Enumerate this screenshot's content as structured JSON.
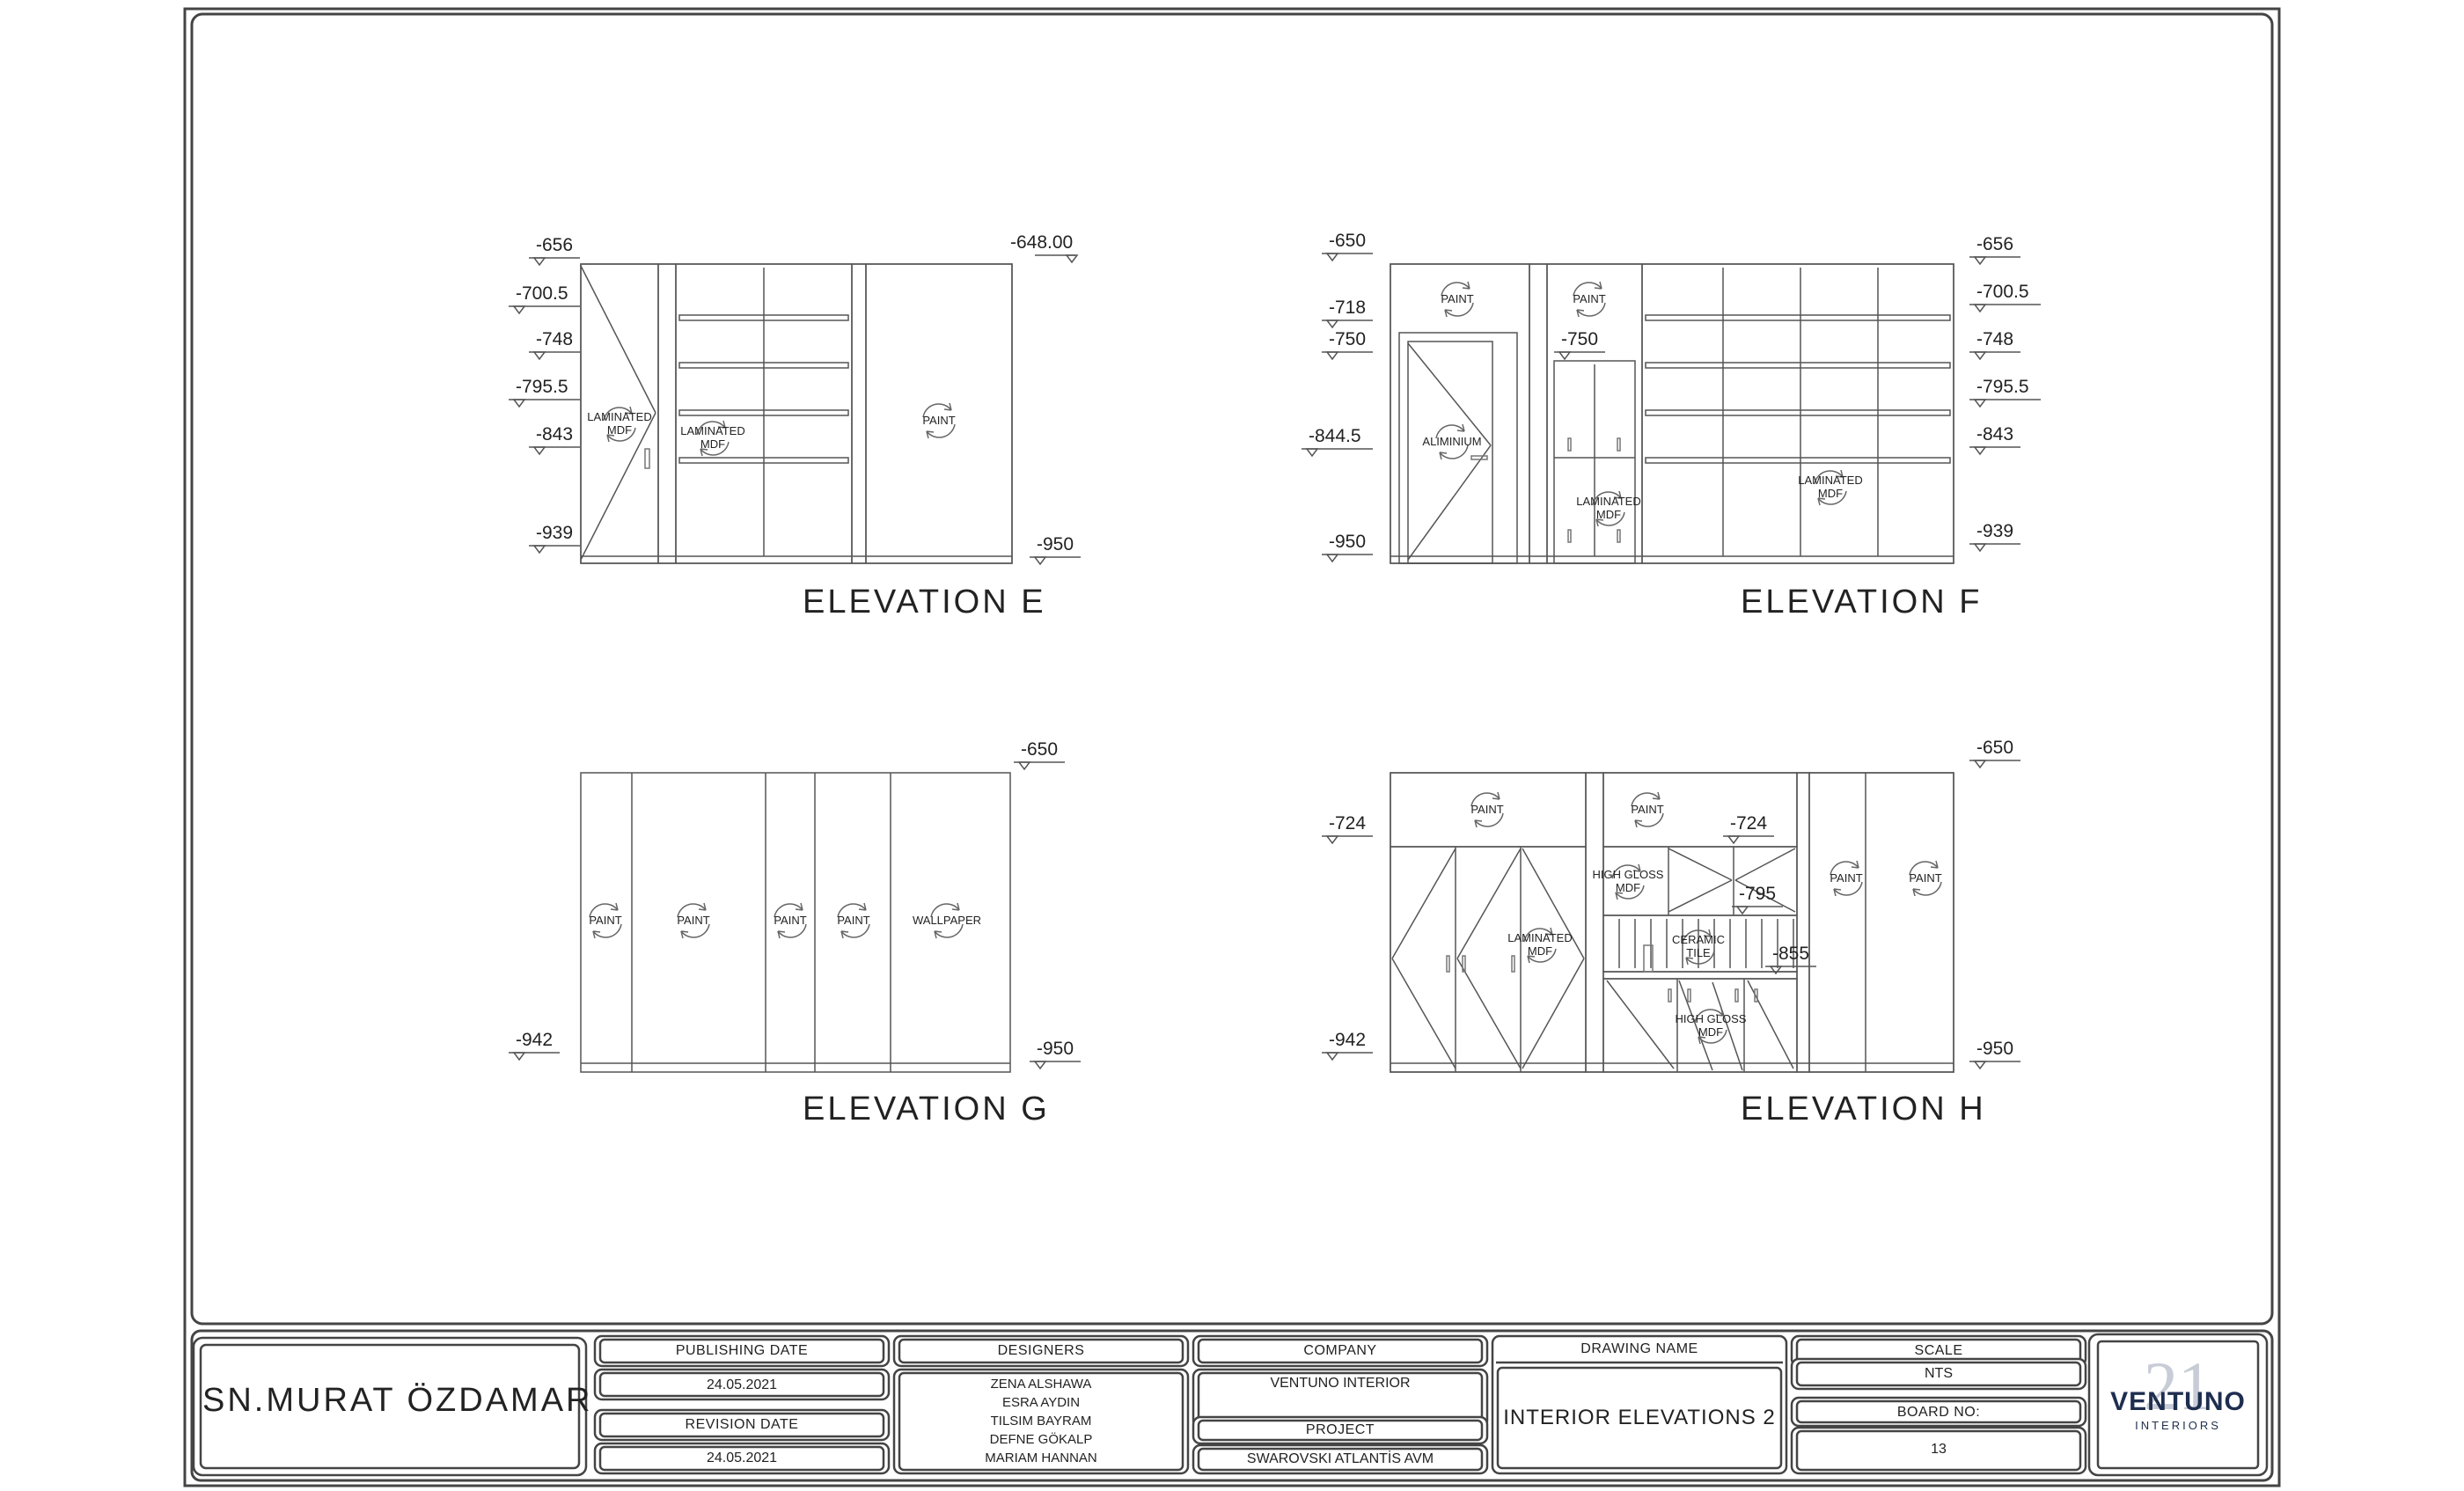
{
  "elevations": [
    {
      "id": "E",
      "title": "ELEVATION E",
      "levels_left": [
        "-656",
        "-700.5",
        "-748",
        "-795.5",
        "-843",
        "-939"
      ],
      "levels_right": [
        "-648.00",
        "-950"
      ],
      "materials": [
        "LAMINATED MDF",
        "LAMINATED MDF",
        "PAINT"
      ]
    },
    {
      "id": "F",
      "title": "ELEVATION F",
      "levels_left": [
        "-650",
        "-718",
        "-750",
        "-844.5",
        "-950"
      ],
      "levels_mid": [
        "-750"
      ],
      "levels_right": [
        "-656",
        "-700.5",
        "-748",
        "-795.5",
        "-843",
        "-939"
      ],
      "materials": [
        "PAINT",
        "PAINT",
        "ALIMINIUM",
        "LAMINATED MDF",
        "LAMINATED MDF"
      ]
    },
    {
      "id": "G",
      "title": "ELEVATION G",
      "levels_left": [
        "-942"
      ],
      "levels_right": [
        "-650",
        "-950"
      ],
      "materials": [
        "PAINT",
        "PAINT",
        "PAINT",
        "PAINT",
        "WALLPAPER"
      ]
    },
    {
      "id": "H",
      "title": "ELEVATION H",
      "levels_left": [
        "-724",
        "-942"
      ],
      "levels_mid": [
        "-724",
        "-795",
        "-855"
      ],
      "levels_right": [
        "-650",
        "-950"
      ],
      "materials": [
        "PAINT",
        "PAINT",
        "HIGH GLOSS MDF",
        "LAMINATED MDF",
        "CERAMIC TILE",
        "HIGH GLOSS MDF",
        "PAINT",
        "PAINT"
      ]
    }
  ],
  "title_block": {
    "client": "SN.MURAT ÖZDAMAR",
    "publishing_date_label": "PUBLISHING DATE",
    "publishing_date": "24.05.2021",
    "revision_date_label": "REVISION DATE",
    "revision_date": "24.05.2021",
    "designers_label": "DESIGNERS",
    "designers": [
      "ZENA ALSHAWA",
      "ESRA AYDIN",
      "TILSIM BAYRAM",
      "DEFNE GÖKALP",
      "MARIAM HANNAN"
    ],
    "company_label": "COMPANY",
    "company": "VENTUNO INTERIOR",
    "project_label": "PROJECT",
    "project": "SWAROVSKI ATLANTİS AVM",
    "drawing_name_label": "DRAWING NAME",
    "drawing_name": "INTERIOR ELEVATIONS 2",
    "scale_label": "SCALE",
    "scale": "NTS",
    "board_label": "BOARD NO:",
    "board_no": "13",
    "logo_text": "VENTUNO",
    "logo_sub": "INTERIORS",
    "logo_number": "21"
  },
  "colors": {
    "line": "#3a3a3a",
    "logo": "#1f2e4f"
  }
}
